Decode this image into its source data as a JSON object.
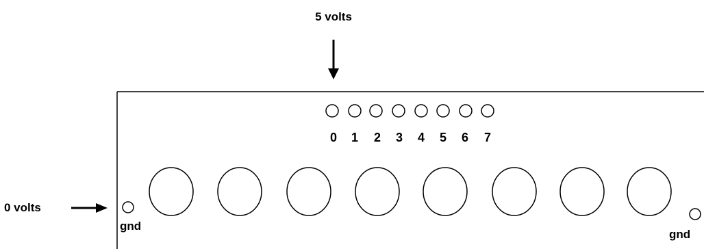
{
  "labels": {
    "top_voltage": "5 volts",
    "left_voltage": "0 volts",
    "gnd_left": "gnd",
    "gnd_right": "gnd"
  },
  "small_pins": [
    "0",
    "1",
    "2",
    "3",
    "4",
    "5",
    "6",
    "7"
  ],
  "large_holes_count": 8
}
